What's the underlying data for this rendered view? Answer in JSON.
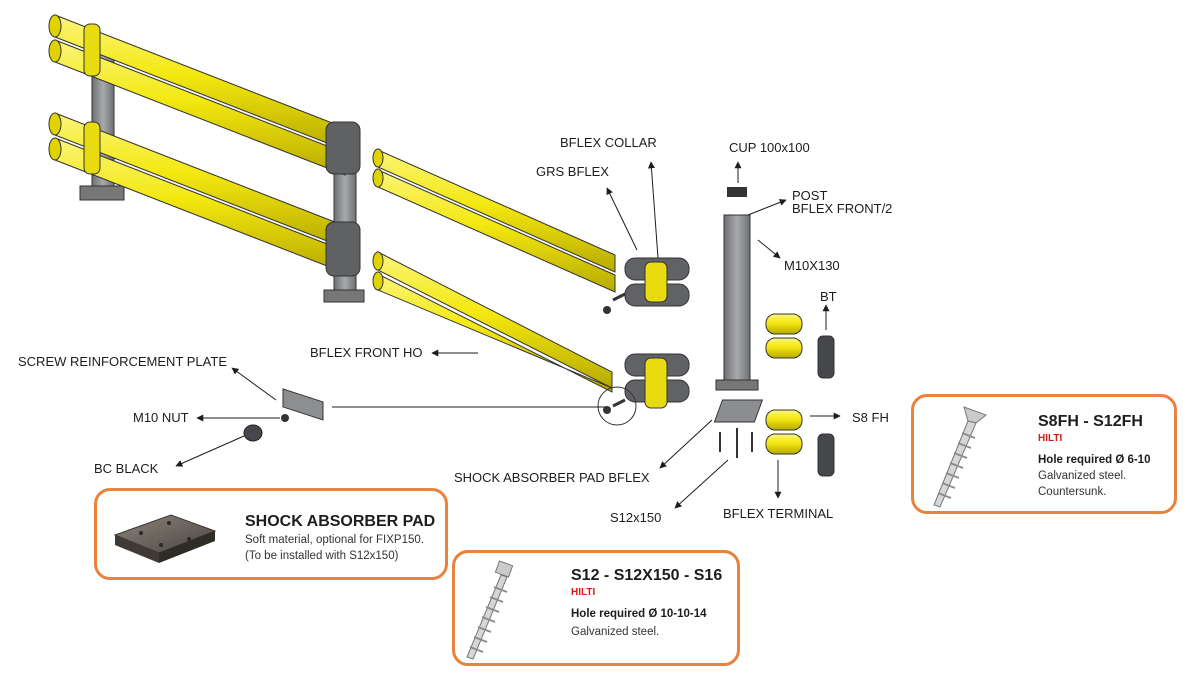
{
  "colors": {
    "rail_yellow": "#f3e80f",
    "rail_shade": "#b7aa00",
    "steel_grey": "#8c8e90",
    "card_border": "#e9823c",
    "brand_red": "#d21a1a"
  },
  "labels": {
    "bflex_collar": "BFLEX COLLAR",
    "cup": "CUP 100x100",
    "grs_bflex": "GRS BFLEX",
    "post_line1": "POST",
    "post_line2": "BFLEX FRONT/2",
    "m10x130": "M10X130",
    "bt": "BT",
    "screw_reinforcement_plate": "SCREW REINFORCEMENT PLATE",
    "bflex_front_ho": "BFLEX FRONT HO",
    "m10_nut": "M10 NUT",
    "s8fh": "S8 FH",
    "bc_black": "BC BLACK",
    "shock_absorber_pad_bflex": "SHOCK ABSORBER PAD BFLEX",
    "s12x150": "S12x150",
    "bflex_terminal": "BFLEX TERMINAL"
  },
  "cards": {
    "shock_pad": {
      "title": "SHOCK ABSORBER PAD",
      "line1": "Soft material, optional for FIXP150.",
      "line2": "(To be installed with S12x150)"
    },
    "s12": {
      "title": "S12 - S12X150 - S16",
      "brand": "HILTI",
      "hole": "Hole required Ø 10-10-14",
      "desc": "Galvanized steel."
    },
    "s8fh": {
      "title": "S8FH - S12FH",
      "brand": "HILTI",
      "hole": "Hole required Ø 6-10",
      "desc1": "Galvanized steel.",
      "desc2": "Countersunk."
    }
  }
}
